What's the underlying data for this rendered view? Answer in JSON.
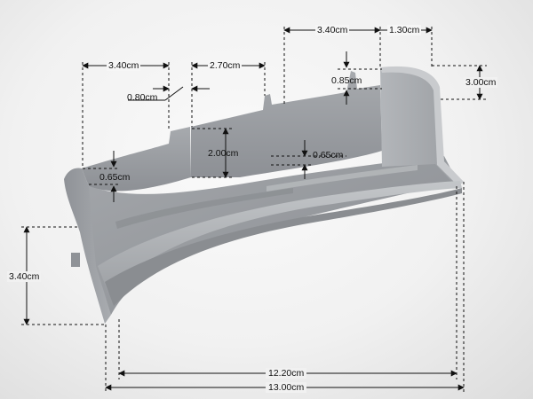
{
  "dimensions": {
    "top_left_width": "3.40cm",
    "top_notch_width": "2.70cm",
    "thin_gap": "0.80cm",
    "left_tab_height": "2.00cm",
    "left_shoulder": "0.65cm",
    "mid_shoulder": "0.65cm",
    "top_right_width": "3.40cm",
    "top_right_tab": "1.30cm",
    "right_notch_depth": "0.85cm",
    "right_height": "3.00cm",
    "left_height": "3.40cm",
    "inner_length": "12.20cm",
    "overall_length": "13.00cm"
  },
  "colors": {
    "part_body": "#9a9da2",
    "part_dark": "#7c7f84",
    "part_light": "#b9bcc0",
    "dim_line": "#111111"
  }
}
